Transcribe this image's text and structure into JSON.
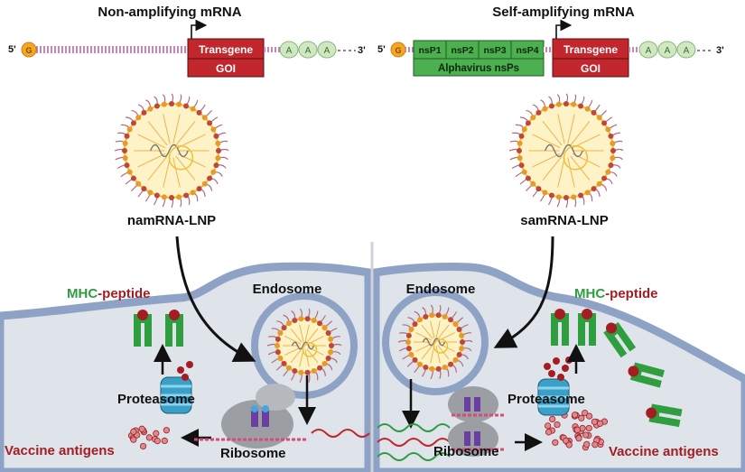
{
  "left": {
    "title": "Non-amplifying mRNA",
    "five_prime": "5'",
    "cap": "G",
    "transgene": "Transgene",
    "goi": "GOI",
    "polyA": [
      "A",
      "A",
      "A"
    ],
    "three_prime": "3'",
    "lnp_label": "namRNA-LNP",
    "mhc_part1": "MHC",
    "mhc_part2": "-peptide",
    "endosome": "Endosome",
    "proteasome": "Proteasome",
    "ribosome": "Ribosome",
    "antigens": "Vaccine antigens"
  },
  "right": {
    "title": "Self-amplifying mRNA",
    "five_prime": "5'",
    "cap": "G",
    "nsps": [
      "nsP1",
      "nsP2",
      "nsP3",
      "nsP4"
    ],
    "alphavirus": "Alphavirus nsPs",
    "transgene": "Transgene",
    "goi": "GOI",
    "polyA": [
      "A",
      "A",
      "A"
    ],
    "three_prime": "3'",
    "lnp_label": "samRNA-LNP",
    "mhc_part1": "MHC",
    "mhc_part2": "-peptide",
    "endosome": "Endosome",
    "proteasome": "Proteasome",
    "ribosome": "Ribosome",
    "antigens": "Vaccine antigens"
  },
  "colors": {
    "transgene_red": "#c1272d",
    "nsp_green": "#4caf50",
    "polyA_green": "#cfe8c2",
    "cap_orange": "#f5a623",
    "rna_purple": "#a9539a",
    "mhc_green": "#2e9e3e",
    "dark_red": "#a31d22",
    "cell_fill": "#dfe3ea",
    "membrane": "#8ea2c6"
  }
}
